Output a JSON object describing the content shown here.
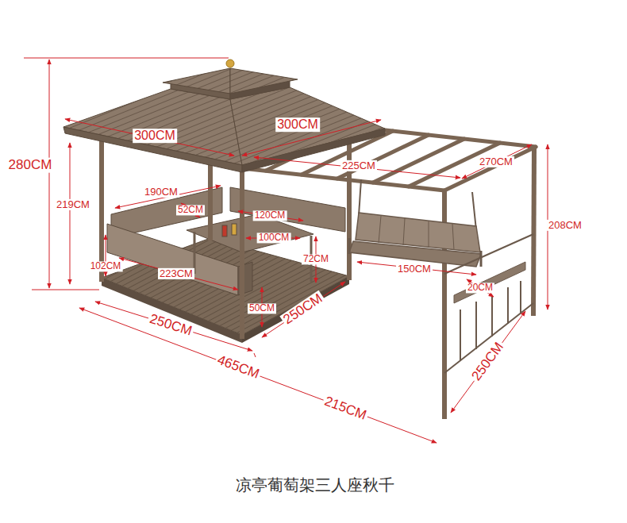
{
  "diagram": {
    "caption": "凉亭葡萄架三人座秋千",
    "labels": [
      "280CM",
      "300CM",
      "300CM",
      "219CM",
      "190CM",
      "52CM",
      "120CM",
      "100CM",
      "72CM",
      "102CM",
      "223CM",
      "50CM",
      "250CM",
      "250CM",
      "465CM",
      "215CM",
      "225CM",
      "270CM",
      "208CM",
      "150CM",
      "20CM",
      "250CM"
    ]
  }
}
